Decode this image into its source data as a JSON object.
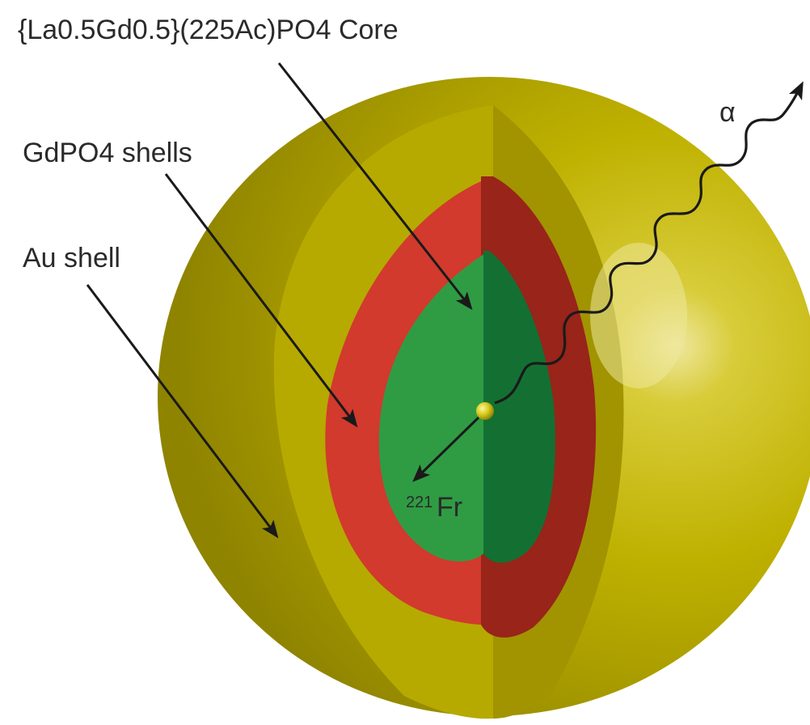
{
  "labels": {
    "core": "{La0.5Gd0.5}(225Ac)PO4 Core",
    "gdpo4": "GdPO4 shells",
    "au": "Au shell",
    "alpha": "α",
    "fr_mass": "221",
    "fr_symbol": "Fr"
  },
  "colors": {
    "gold_outer": "#b3a800",
    "gold_highlight": "#e9e07a",
    "gold_cut_face": "#b7ab00",
    "gold_cut_shadow": "#9a8d00",
    "red_shell": "#d23a2d",
    "red_shell_shadow": "#9a2418",
    "green_core": "#2e9c43",
    "green_core_shadow": "#137033",
    "arrow": "#1a1a1a"
  }
}
